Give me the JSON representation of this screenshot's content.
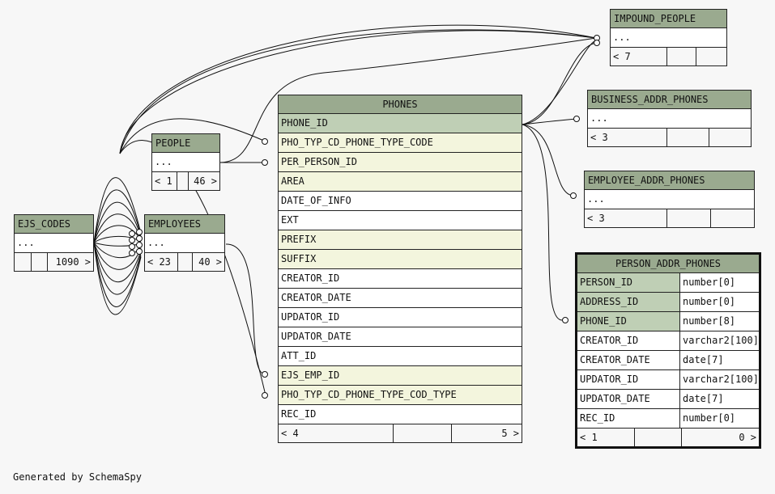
{
  "footer_text": "Generated by SchemaSpy",
  "tables": {
    "impound_people": {
      "name": "IMPOUND_PEOPLE",
      "ellipsis": "...",
      "children": "< 7"
    },
    "business_addr_phones": {
      "name": "BUSINESS_ADDR_PHONES",
      "ellipsis": "...",
      "children": "< 3"
    },
    "employee_addr_phones": {
      "name": "EMPLOYEE_ADDR_PHONES",
      "ellipsis": "...",
      "children": "< 3"
    },
    "people": {
      "name": "PEOPLE",
      "ellipsis": "...",
      "children": "< 1",
      "parents": "46 >"
    },
    "ejs_codes": {
      "name": "EJS_CODES",
      "ellipsis": "...",
      "parents": "1090 >"
    },
    "employees": {
      "name": "EMPLOYEES",
      "ellipsis": "...",
      "children": "< 23",
      "parents": "40 >"
    },
    "phones": {
      "name": "PHONES",
      "columns": [
        "PHONE_ID",
        "PHO_TYP_CD_PHONE_TYPE_CODE",
        "PER_PERSON_ID",
        "AREA",
        "DATE_OF_INFO",
        "EXT",
        "PREFIX",
        "SUFFIX",
        "CREATOR_ID",
        "CREATOR_DATE",
        "UPDATOR_ID",
        "UPDATOR_DATE",
        "ATT_ID",
        "EJS_EMP_ID",
        "PHO_TYP_CD_PHONE_TYPE_COD_TYPE",
        "REC_ID"
      ],
      "children": "< 4",
      "parents": "5 >"
    },
    "person_addr_phones": {
      "name": "PERSON_ADDR_PHONES",
      "columns": [
        {
          "name": "PERSON_ID",
          "type": "number[0]"
        },
        {
          "name": "ADDRESS_ID",
          "type": "number[0]"
        },
        {
          "name": "PHONE_ID",
          "type": "number[8]"
        },
        {
          "name": "CREATOR_ID",
          "type": "varchar2[100]"
        },
        {
          "name": "CREATOR_DATE",
          "type": "date[7]"
        },
        {
          "name": "UPDATOR_ID",
          "type": "varchar2[100]"
        },
        {
          "name": "UPDATOR_DATE",
          "type": "date[7]"
        },
        {
          "name": "REC_ID",
          "type": "number[0]"
        }
      ],
      "children": "< 1",
      "parents": "0 >"
    }
  }
}
